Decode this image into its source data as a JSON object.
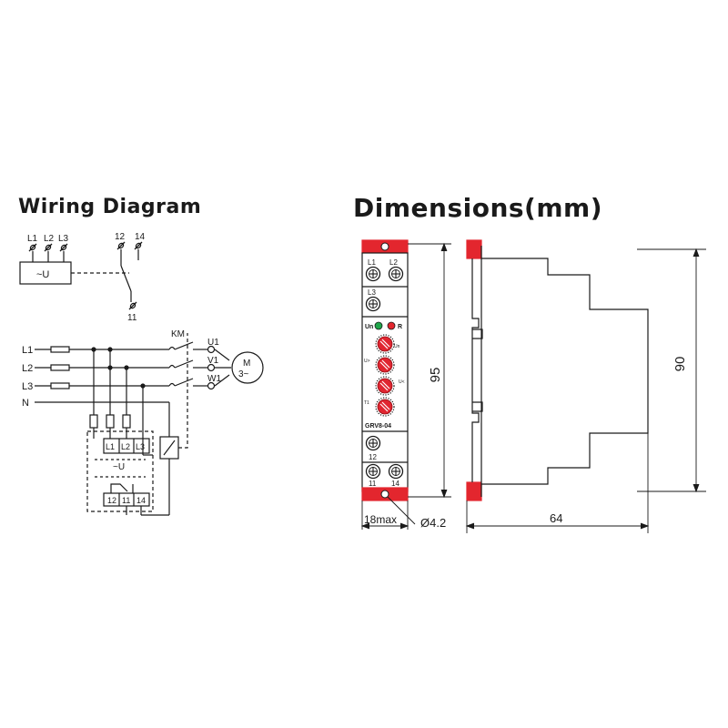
{
  "wiring": {
    "title": "Wiring Diagram",
    "top": {
      "l1": "L1",
      "l2": "L2",
      "l3": "L3",
      "t12": "12",
      "t14": "14",
      "t11": "11",
      "box": "~U"
    },
    "lines": {
      "l1": "L1",
      "l2": "L2",
      "l3": "L3",
      "n": "N"
    },
    "km": "KM",
    "motor": {
      "u1": "U1",
      "v1": "V1",
      "w1": "W1",
      "m": "M",
      "phase": "3~"
    },
    "relay": {
      "l1": "L1",
      "l2": "L2",
      "l3": "L3",
      "u": "~U",
      "t12": "12",
      "t11": "11",
      "t14": "14"
    }
  },
  "dimensions": {
    "title": "Dimensions(mm)",
    "height_front": "95",
    "height_side": "90",
    "width_front": "18max",
    "hole": "Ø4.2",
    "depth": "64",
    "device": {
      "model": "GRV8-04",
      "term_l1": "L1",
      "term_l2": "L2",
      "term_l3": "L3",
      "led_un": "Un",
      "led_r": "R",
      "dial1_right": "Un",
      "dial2_left": "U>",
      "dial2_right": "U<",
      "dial3_left": "T1",
      "term_12": "12",
      "term_11": "11",
      "term_14": "14"
    },
    "colors": {
      "latch": "#e3262e",
      "led_green": "#1fa64a",
      "led_red": "#e3262e",
      "dial": "#e02530"
    }
  }
}
